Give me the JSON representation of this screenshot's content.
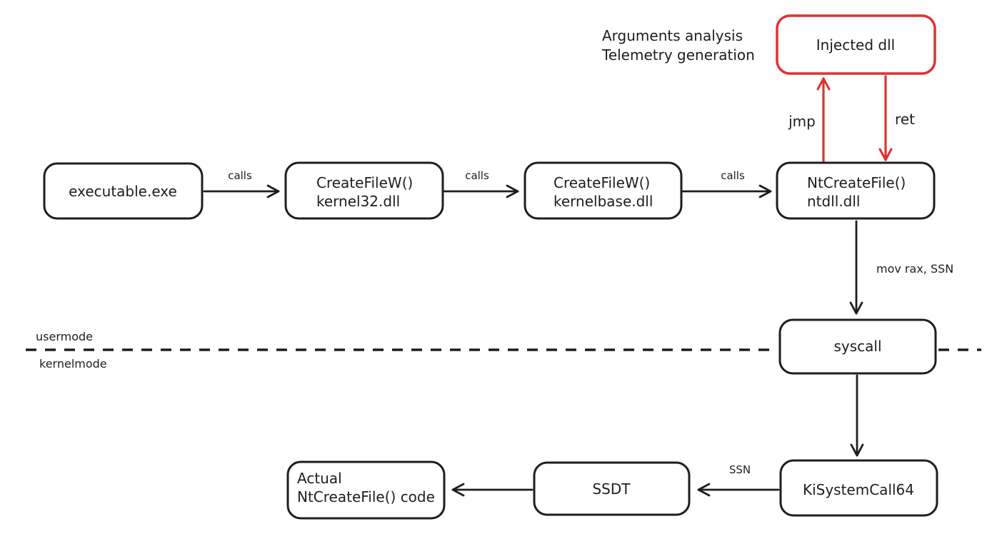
{
  "colors": {
    "ink": "#1e1e1e",
    "accent": "#e03131",
    "background": "#ffffff"
  },
  "annotation": {
    "line1": "Arguments analysis",
    "line2": "Telemetry generation"
  },
  "nodes": {
    "injected_dll": {
      "label": "Injected dll"
    },
    "executable": {
      "label": "executable.exe"
    },
    "createfilew_kernel32": {
      "line1": "CreateFileW()",
      "line2": "kernel32.dll"
    },
    "createfilew_kernelbase": {
      "line1": "CreateFileW()",
      "line2": "kernelbase.dll"
    },
    "ntcreatefile_ntdll": {
      "line1": "NtCreateFile()",
      "line2": "ntdll.dll"
    },
    "syscall": {
      "label": "syscall"
    },
    "kisystemcall64": {
      "label": "KiSystemCall64"
    },
    "ssdt": {
      "label": "SSDT"
    },
    "actual_ntcreatefile": {
      "line1": "Actual",
      "line2": "NtCreateFile() code"
    }
  },
  "edges": {
    "calls_1": "calls",
    "calls_2": "calls",
    "calls_3": "calls",
    "jmp": "jmp",
    "ret": "ret",
    "mov_rax_ssn": "mov rax, SSN",
    "ssn": "SSN"
  },
  "boundary": {
    "usermode_label": "usermode",
    "kernelmode_label": "kernelmode"
  }
}
